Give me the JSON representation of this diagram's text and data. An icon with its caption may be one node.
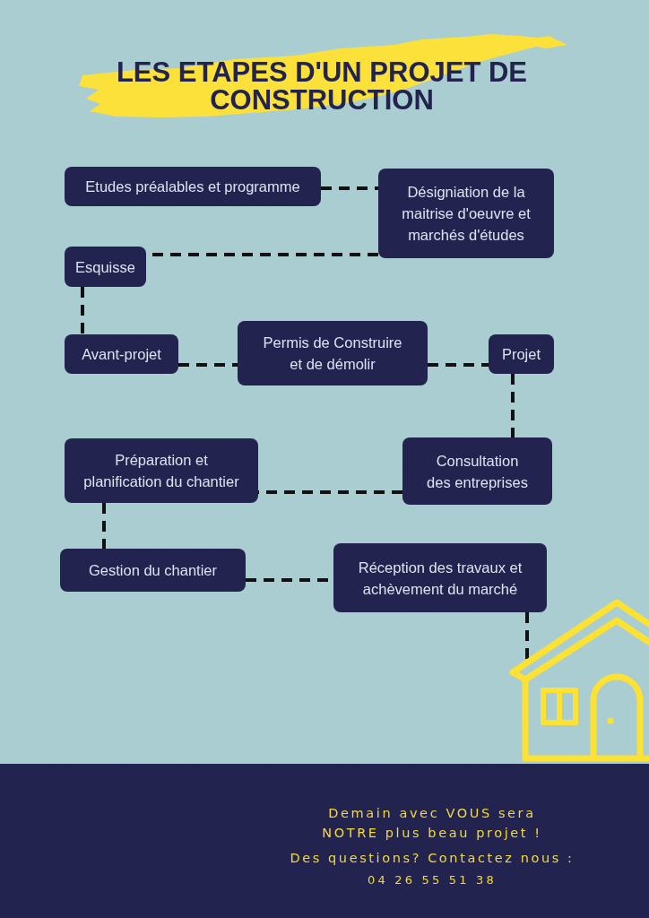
{
  "diagram": {
    "title": "LES ETAPES D'UN PROJET DE CONSTRUCTION",
    "nodes": [
      {
        "text": [
          "Etudes préalables et programme"
        ]
      },
      {
        "text": [
          "Désigniation de la maitrise d'oeuvre et marchés d'études"
        ]
      },
      {
        "text": [
          "Esquisse"
        ]
      },
      {
        "text": [
          "Avant-projet"
        ]
      },
      {
        "text": [
          "Permis de Construire et de démolir"
        ]
      },
      {
        "text": [
          "Projet"
        ]
      },
      {
        "text": [
          "Préparation et planification du chantier"
        ]
      },
      {
        "text": [
          "Consultation des entreprises"
        ]
      },
      {
        "text": [
          "Gestion du chantier"
        ]
      },
      {
        "text": [
          "Réception des travaux et achèvement du marché"
        ]
      },
      {
        "text": [],
        "shape": "picture"
      }
    ],
    "edges": [
      {
        "from": 0,
        "to": 1,
        "arrow": "none",
        "style": "dashed"
      },
      {
        "from": 1,
        "to": 2,
        "arrow": "none",
        "style": "dashed"
      },
      {
        "from": 2,
        "to": 3,
        "arrow": "none",
        "style": "dashed"
      },
      {
        "from": 3,
        "to": 4,
        "arrow": "none",
        "style": "dashed"
      },
      {
        "from": 4,
        "to": 5,
        "arrow": "none",
        "style": "dashed"
      },
      {
        "from": 5,
        "to": 7,
        "arrow": "none",
        "style": "dashed"
      },
      {
        "from": 7,
        "to": 6,
        "arrow": "none",
        "style": "dashed"
      },
      {
        "from": 6,
        "to": 8,
        "arrow": "none",
        "style": "dashed"
      },
      {
        "from": 8,
        "to": 9,
        "arrow": "none",
        "style": "dashed"
      },
      {
        "from": 9,
        "to": 10,
        "arrow": "none",
        "style": "dashed"
      }
    ],
    "labels": [
      "Demain avec VOUS sera NOTRE plus beau projet !",
      "Des questions? Contactez nous :",
      "04 26 55 51 38"
    ]
  }
}
